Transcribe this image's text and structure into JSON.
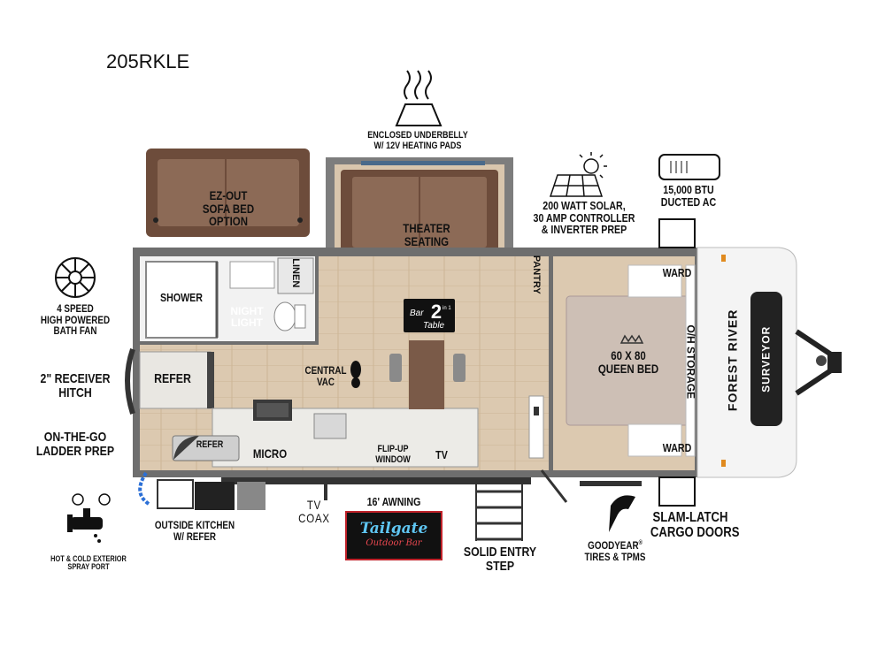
{
  "title": "205RKLE",
  "labels": {
    "underbelly": [
      "ENCLOSED UNDERBELLY",
      "W/ 12V HEATING PADS"
    ],
    "solar": [
      "200 WATT SOLAR,",
      "30 AMP CONTROLLER",
      "& INVERTER PREP"
    ],
    "ac": [
      "15,000 BTU",
      "DUCTED AC"
    ],
    "sofa": [
      "EZ-OUT",
      "SOFA BED",
      "OPTION"
    ],
    "theater": [
      "THEATER",
      "SEATING"
    ],
    "fan": [
      "4 SPEED",
      "HIGH POWERED",
      "BATH FAN"
    ],
    "receiver": [
      "2\" RECEIVER",
      "HITCH"
    ],
    "ladder": [
      "ON-THE-GO",
      "LADDER PREP"
    ],
    "shower": "SHOWER",
    "linen": "LINEN",
    "night_light": [
      "NIGHT",
      "LIGHT"
    ],
    "pantry": "PANTRY",
    "refer": "REFER",
    "refer_small": "REFER",
    "central_vac": [
      "CENTRAL",
      "VAC"
    ],
    "bar_table": [
      "Bar",
      "Table",
      "2",
      "in 1"
    ],
    "queen_bed": [
      "60 X 80",
      "QUEEN BED"
    ],
    "ward_top": "WARD",
    "ward_bottom": "WARD",
    "oh_storage": "O/H STORAGE",
    "forest_river": "FOREST RIVER",
    "surveyor": "SURVEYOR",
    "micro": "MICRO",
    "flip_up": [
      "FLIP-UP",
      "WINDOW"
    ],
    "tv": "TV",
    "outside_kitchen": [
      "OUTSIDE KITCHEN",
      "W/ REFER"
    ],
    "tv_coax": [
      "TV",
      "COAX"
    ],
    "awning": "16' AWNING",
    "entry_step": [
      "SOLID ENTRY",
      "STEP"
    ],
    "goodyear": [
      "GOODYEAR",
      "TIRES & TPMS"
    ],
    "goodyear_mark": "®",
    "cargo": [
      "SLAM-LATCH",
      "CARGO DOORS"
    ],
    "spray": [
      "HOT & COLD EXTERIOR",
      "SPRAY PORT"
    ],
    "tailgate": [
      "Tailgate",
      "Outdoor Bar"
    ]
  },
  "colors": {
    "wall": "#6e6e6e",
    "floor": "#d9c6ad",
    "furniture": "#7a5a48",
    "counter": "#e9e7e2",
    "bed": "#cdbfb5"
  },
  "icons": [
    "heat-pad-icon",
    "solar-panel-icon",
    "ac-unit-icon",
    "fan-icon",
    "spray-port-icon",
    "goodyear-icon",
    "crown-icon",
    "footprint-icon"
  ]
}
